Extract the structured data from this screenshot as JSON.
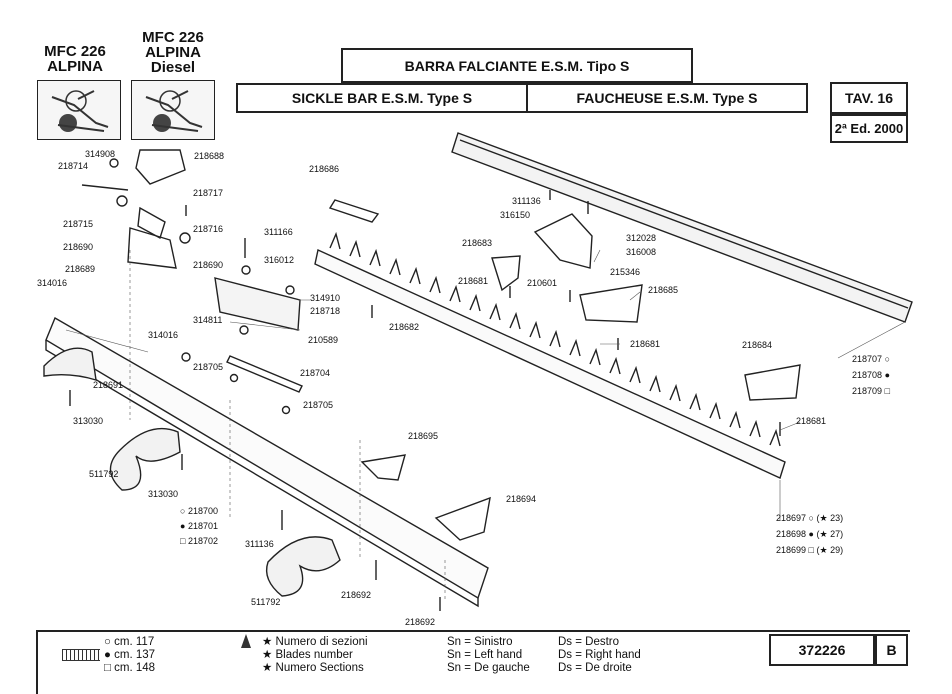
{
  "header": {
    "model_left": [
      "MFC 226",
      "ALPINA"
    ],
    "model_right": [
      "MFC 226",
      "ALPINA",
      "Diesel"
    ],
    "title_it": "BARRA FALCIANTE E.S.M. Tipo S",
    "title_en": "SICKLE BAR E.S.M. Type S",
    "title_fr": "FAUCHEUSE E.S.M. Type S",
    "table": "TAV. 16",
    "edition": "2ª Ed. 2000"
  },
  "parts": [
    {
      "code": "314908"
    },
    {
      "code": "218714"
    },
    {
      "code": "218688"
    },
    {
      "code": "218717"
    },
    {
      "code": "218715"
    },
    {
      "code": "218716"
    },
    {
      "code": "218690"
    },
    {
      "code": "218690"
    },
    {
      "code": "218689"
    },
    {
      "code": "311166"
    },
    {
      "code": "316012"
    },
    {
      "code": "314016"
    },
    {
      "code": "314910"
    },
    {
      "code": "218718"
    },
    {
      "code": "314811"
    },
    {
      "code": "210589"
    },
    {
      "code": "314016"
    },
    {
      "code": "218705"
    },
    {
      "code": "218704"
    },
    {
      "code": "218691"
    },
    {
      "code": "218705"
    },
    {
      "code": "313030"
    },
    {
      "code": "511792"
    },
    {
      "code": "313030"
    },
    {
      "code": "218686"
    },
    {
      "code": "311136"
    },
    {
      "code": "316150"
    },
    {
      "code": "312028"
    },
    {
      "code": "316008"
    },
    {
      "code": "218683"
    },
    {
      "code": "215346"
    },
    {
      "code": "218681"
    },
    {
      "code": "210601"
    },
    {
      "code": "218685"
    },
    {
      "code": "218682"
    },
    {
      "code": "218681"
    },
    {
      "code": "218684"
    },
    {
      "code": "218681"
    },
    {
      "code": "218695"
    },
    {
      "code": "218694"
    },
    {
      "code": "311136"
    },
    {
      "code": "511792"
    },
    {
      "code": "218692"
    },
    {
      "code": "218692"
    }
  ],
  "variant_groups": [
    {
      "codes": [
        "218700",
        "218701",
        "218702"
      ]
    },
    {
      "codes": [
        "218707",
        "218708",
        "218709"
      ]
    },
    {
      "codes": [
        "218697",
        "218698",
        "218699"
      ],
      "sections": [
        "23",
        "27",
        "29"
      ]
    }
  ],
  "legend": {
    "sizes": [
      "cm. 117",
      "cm. 137",
      "cm. 148"
    ],
    "sections": [
      "Numero di sezioni",
      "Blades number",
      "Numero Sections"
    ],
    "sides_left": [
      "Sn = Sinistro",
      "Sn = Left hand",
      "Sn = De gauche"
    ],
    "sides_right": [
      "Ds = Destro",
      "Ds = Right hand",
      "Ds = De droite"
    ],
    "doc_number": "372226",
    "revision": "B"
  }
}
